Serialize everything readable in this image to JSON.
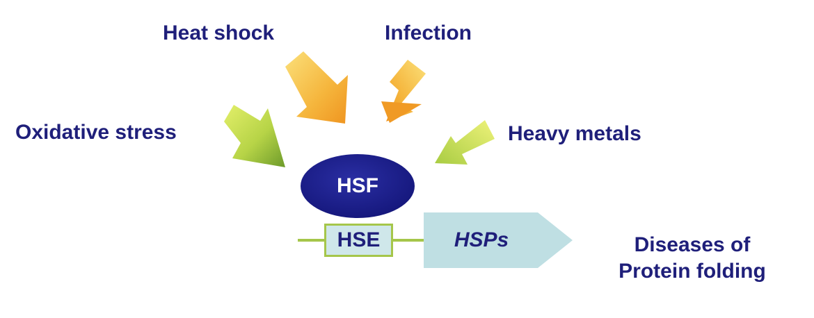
{
  "stressors": {
    "heat_shock": "Heat shock",
    "infection": "Infection",
    "oxidative_stress": "Oxidative stress",
    "heavy_metals": "Heavy metals"
  },
  "nodes": {
    "hsf": "HSF",
    "hse": "HSE",
    "hsps": "HSPs"
  },
  "outcome": {
    "line1": "Diseases of",
    "line2": "Protein folding"
  },
  "colors": {
    "label_text": "#1f1f7a",
    "hsf_fill": "#1c1f8c",
    "orange_arrow": "#f2a532",
    "green_arrow": "#9cc43a",
    "hse_fill": "#cfe7ea",
    "hse_border": "#a5c64a",
    "hsps_fill": "#bfdfe3",
    "dna_line": "#a5c64a"
  }
}
